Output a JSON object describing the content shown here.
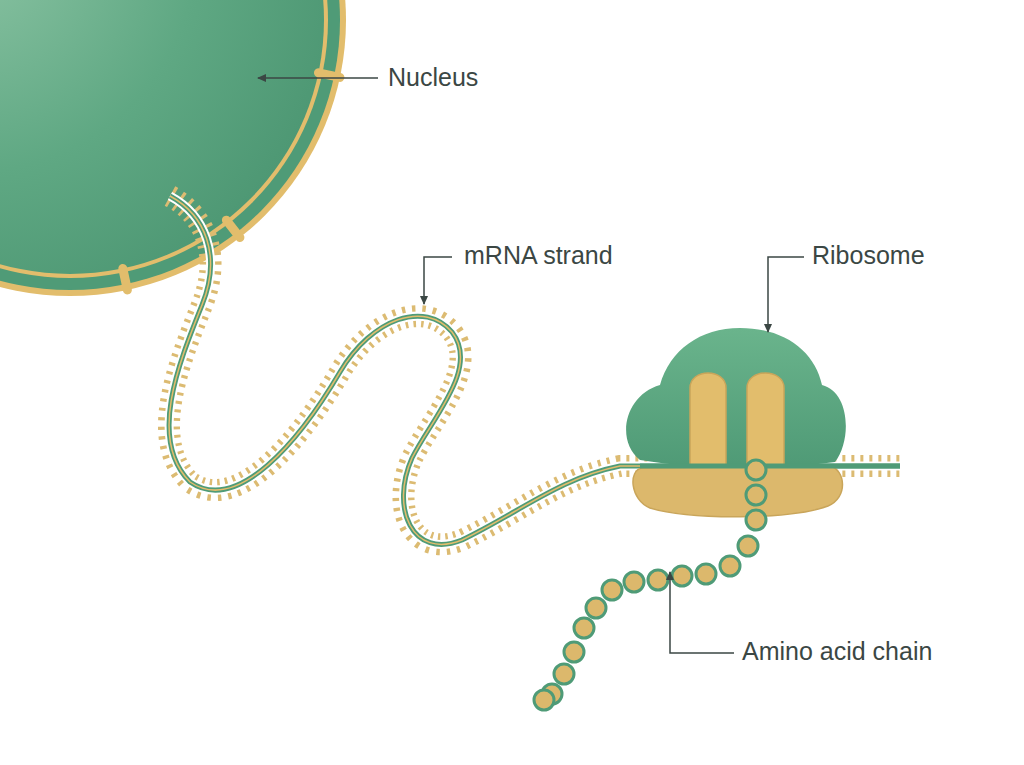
{
  "diagram": {
    "labels": [
      "Nucleus",
      "mRNA strand",
      "Ribosome",
      "Amino acid chain"
    ]
  }
}
